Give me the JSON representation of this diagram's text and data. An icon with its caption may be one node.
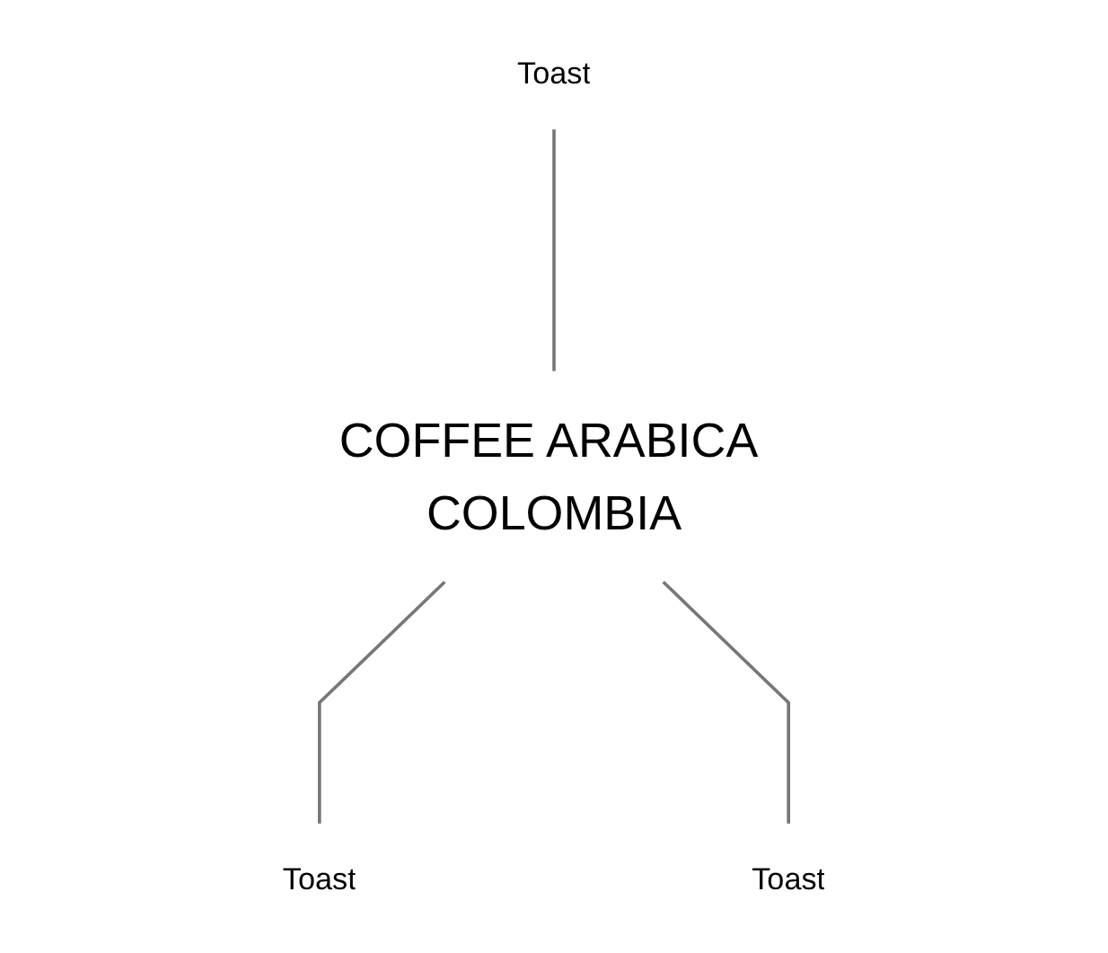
{
  "diagram": {
    "nodes": [
      {
        "text": [
          "Toast"
        ]
      },
      {
        "text": [
          "COFFEE ARABICA COLOMBIA"
        ]
      },
      {
        "text": [
          "Toast"
        ]
      },
      {
        "text": [
          "Toast"
        ]
      }
    ],
    "edges": [
      {
        "from": 0,
        "to": 1,
        "arrow": "none"
      },
      {
        "from": 1,
        "to": 2,
        "arrow": "none"
      },
      {
        "from": 1,
        "to": 3,
        "arrow": "none"
      }
    ]
  }
}
